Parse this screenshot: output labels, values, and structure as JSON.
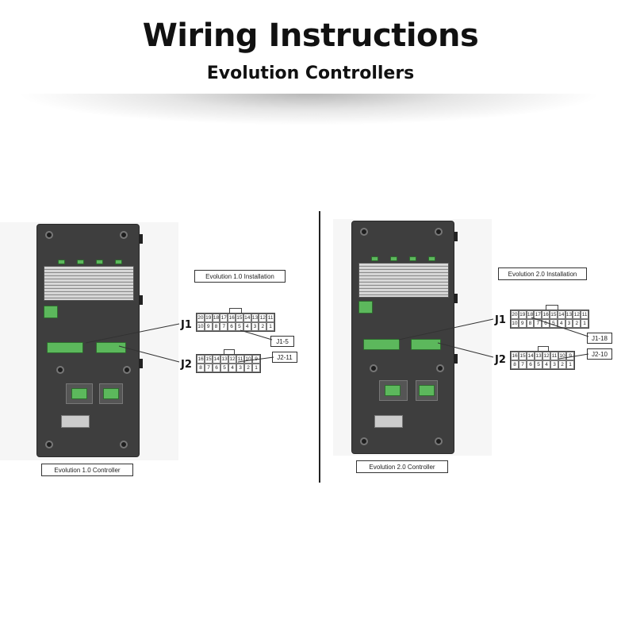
{
  "header": {
    "title": "Wiring Instructions",
    "subtitle": "Evolution Controllers"
  },
  "left": {
    "installation_label": "Evolution 1.0 Installation",
    "controller_label": "Evolution 1.0 Controller",
    "j1_label": "J1",
    "j2_label": "J2",
    "callout_j1": "J1-5",
    "callout_j2": "J2-11",
    "j1_top_row": [
      "20",
      "19",
      "18",
      "17",
      "16",
      "15",
      "14",
      "13",
      "12",
      "11"
    ],
    "j1_bottom_row": [
      "10",
      "9",
      "8",
      "7",
      "6",
      "5",
      "4",
      "3",
      "2",
      "1"
    ],
    "j2_top_row": [
      "16",
      "15",
      "14",
      "13",
      "12",
      "11",
      "10",
      "9"
    ],
    "j2_bottom_row": [
      "8",
      "7",
      "6",
      "5",
      "4",
      "3",
      "2",
      "1"
    ]
  },
  "right": {
    "installation_label": "Evolution 2.0 Installation",
    "controller_label": "Evolution 2.0 Controller",
    "j1_label": "J1",
    "j2_label": "J2",
    "callout_j1": "J1-18",
    "callout_j2": "J2-10",
    "j1_top_row": [
      "20",
      "19",
      "18",
      "17",
      "16",
      "15",
      "14",
      "13",
      "12",
      "11"
    ],
    "j1_bottom_row": [
      "10",
      "9",
      "8",
      "7",
      "6",
      "5",
      "4",
      "3",
      "2",
      "1"
    ],
    "j2_top_row": [
      "16",
      "15",
      "14",
      "13",
      "12",
      "11",
      "10",
      "9"
    ],
    "j2_bottom_row": [
      "8",
      "7",
      "6",
      "5",
      "4",
      "3",
      "2",
      "1"
    ]
  }
}
